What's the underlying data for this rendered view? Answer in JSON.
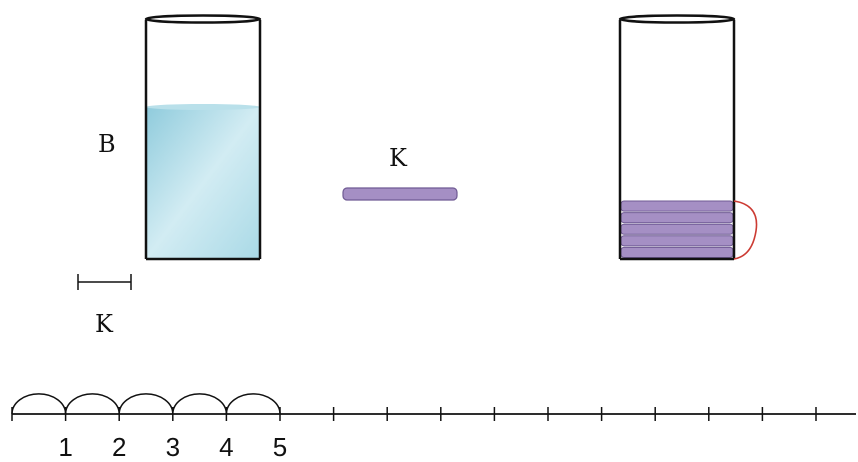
{
  "labels": {
    "cylinder_label": "B",
    "bar_length_label": "K",
    "disc_label": "K"
  },
  "number_line": {
    "numbers": [
      "1",
      "2",
      "3",
      "4",
      "5"
    ],
    "hop_count": 5,
    "tick_count": 16
  },
  "stacked_discs": {
    "count": 5
  },
  "colors": {
    "water": "#a9d9e6",
    "disc": "#a58fc4",
    "brace": "#cc3b33"
  }
}
